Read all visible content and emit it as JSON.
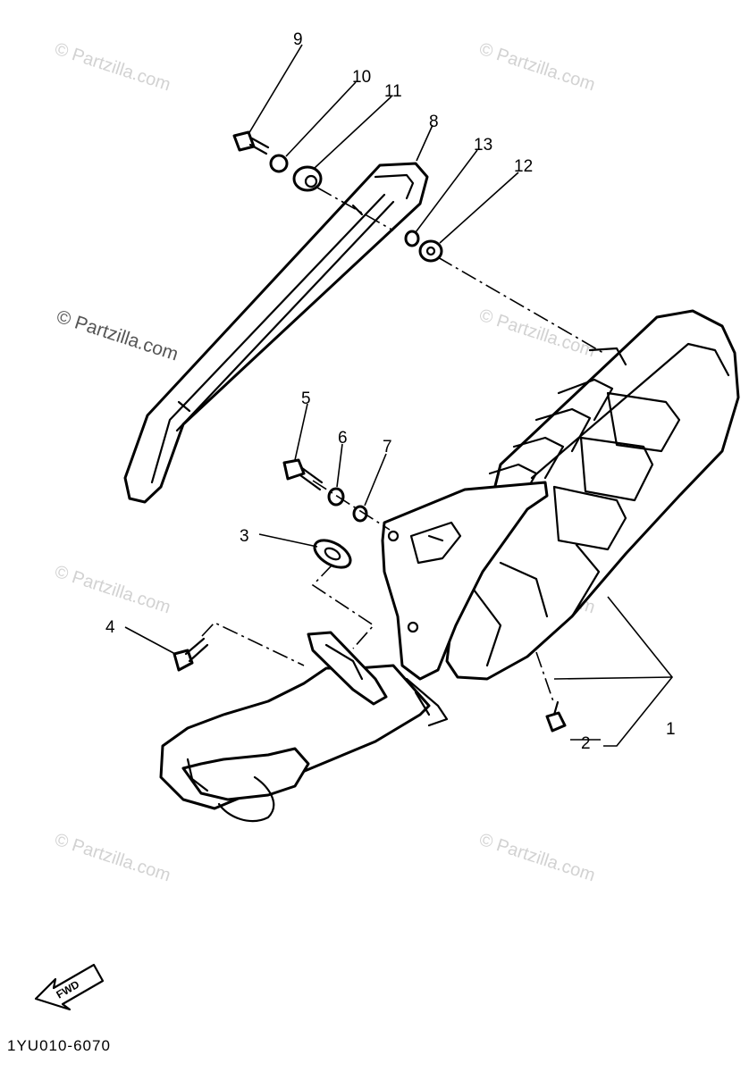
{
  "watermark": "© Partzilla.com",
  "callouts": {
    "c1": "1",
    "c2": "2",
    "c3": "3",
    "c4": "4",
    "c5": "5",
    "c6": "6",
    "c7": "7",
    "c8": "8",
    "c9": "9",
    "c10": "10",
    "c11": "11",
    "c12": "12",
    "c13": "13"
  },
  "direction_label": "FWD",
  "diagram_code": "1YU010-6070"
}
